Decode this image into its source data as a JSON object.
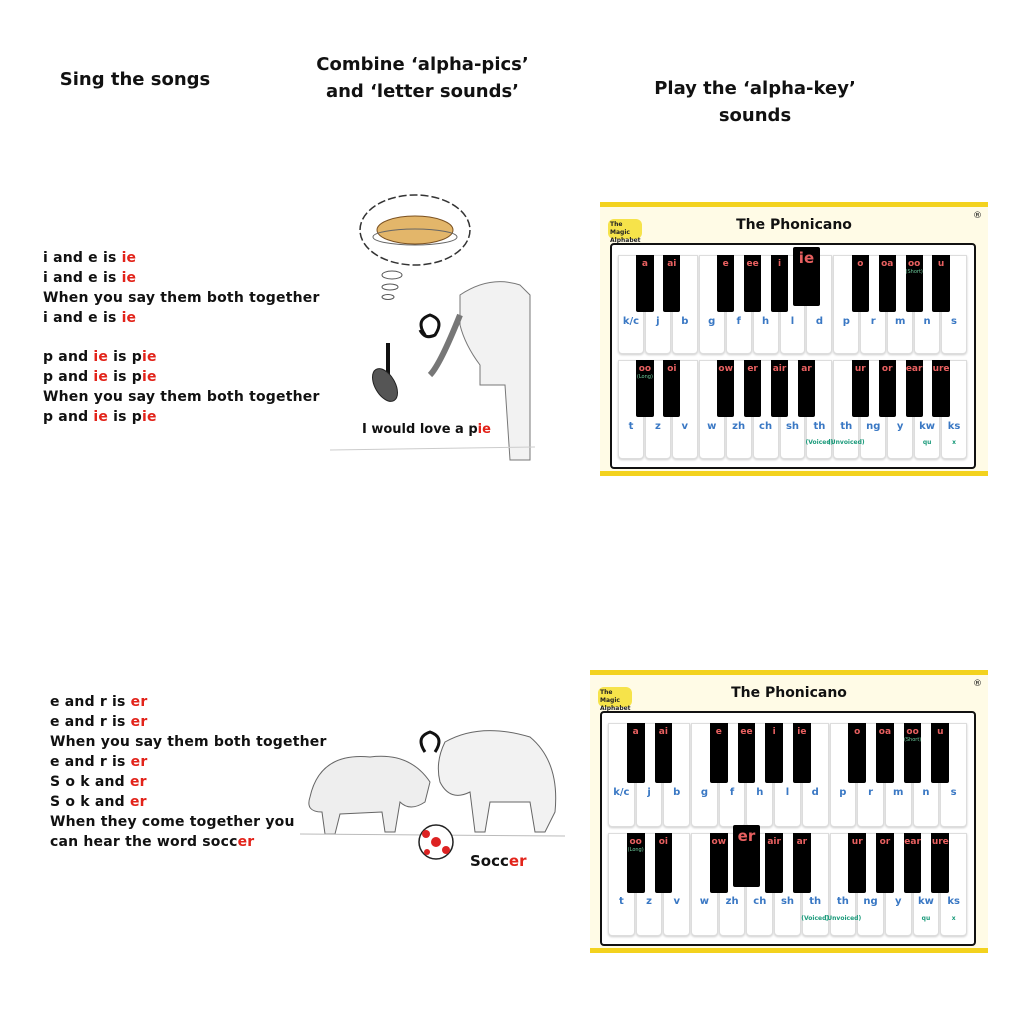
{
  "headers": {
    "sing": "Sing the songs",
    "combine": "Combine ‘alpha-pics’ and ‘letter sounds’",
    "play": "Play the ‘alpha-key’ sounds"
  },
  "song1": [
    [
      [
        "i and e is ",
        ""
      ],
      [
        "ie",
        "r"
      ]
    ],
    [
      [
        "i and e is ",
        ""
      ],
      [
        "ie",
        "r"
      ]
    ],
    [
      [
        "When you say them both together",
        ""
      ]
    ],
    [
      [
        "i and  e is ",
        ""
      ],
      [
        "ie",
        "r"
      ]
    ],
    [],
    [
      [
        "p and ",
        ""
      ],
      [
        "ie",
        "r"
      ],
      [
        " is p",
        ""
      ],
      [
        "ie",
        "r"
      ]
    ],
    [
      [
        "p and ",
        ""
      ],
      [
        "ie",
        "r"
      ],
      [
        " is p",
        ""
      ],
      [
        "ie",
        "r"
      ]
    ],
    [
      [
        "When you say them both together",
        ""
      ]
    ],
    [
      [
        "p and ",
        ""
      ],
      [
        "ie",
        "r"
      ],
      [
        " is p",
        ""
      ],
      [
        "ie",
        "r"
      ]
    ]
  ],
  "song2": [
    [
      [
        "e and r is ",
        ""
      ],
      [
        "er",
        "r"
      ]
    ],
    [
      [
        "e and r is ",
        ""
      ],
      [
        "er",
        "r"
      ]
    ],
    [
      [
        "When you say them both together",
        ""
      ]
    ],
    [
      [
        "e and r is ",
        ""
      ],
      [
        "er",
        "r"
      ]
    ],
    [
      [
        "S o k and ",
        ""
      ],
      [
        "er",
        "r"
      ]
    ],
    [
      [
        "S o k and ",
        ""
      ],
      [
        "er",
        "r"
      ]
    ],
    [
      [
        "When they come together you",
        ""
      ]
    ],
    [
      [
        "can hear the word socc",
        ""
      ],
      [
        "er",
        "r"
      ]
    ]
  ],
  "pic1": {
    "caption_plain": "I would love a p",
    "caption_red": "ie"
  },
  "pic2": {
    "caption_plain": "Socc",
    "caption_red": "er"
  },
  "phonicano": {
    "title": "The Phonicano",
    "logo": "The Magic Alphabet",
    "registered": "®",
    "top_white": [
      [
        "k/c",
        ""
      ],
      [
        "j",
        ""
      ],
      [
        "b",
        ""
      ],
      [
        "g",
        ""
      ],
      [
        "f",
        ""
      ],
      [
        "h",
        ""
      ],
      [
        "l",
        ""
      ],
      [
        "d",
        ""
      ],
      [
        "p",
        ""
      ],
      [
        "r",
        ""
      ],
      [
        "m",
        ""
      ],
      [
        "n",
        ""
      ],
      [
        "s",
        ""
      ]
    ],
    "top_black": [
      [
        "a",
        ""
      ],
      [
        "ai",
        ""
      ],
      [
        "e",
        ""
      ],
      [
        "ee",
        ""
      ],
      [
        "i",
        ""
      ],
      [
        "ie",
        ""
      ],
      [
        "o",
        ""
      ],
      [
        "oa",
        ""
      ],
      [
        "oo",
        "(Short)"
      ],
      [
        "u",
        ""
      ]
    ],
    "bottom_white": [
      [
        "t",
        ""
      ],
      [
        "z",
        ""
      ],
      [
        "v",
        ""
      ],
      [
        "w",
        ""
      ],
      [
        "zh",
        ""
      ],
      [
        "ch",
        ""
      ],
      [
        "sh",
        ""
      ],
      [
        "th",
        "(Voiced)"
      ],
      [
        "th",
        "(Unvoiced)"
      ],
      [
        "ng",
        ""
      ],
      [
        "y",
        ""
      ],
      [
        "kw",
        "qu"
      ],
      [
        "ks",
        "x"
      ]
    ],
    "bottom_black": [
      [
        "oo",
        "(Long)"
      ],
      [
        "oi",
        ""
      ],
      [
        "ow",
        ""
      ],
      [
        "er",
        ""
      ],
      [
        "air",
        ""
      ],
      [
        "ar",
        ""
      ],
      [
        "ur",
        ""
      ],
      [
        "or",
        ""
      ],
      [
        "ear",
        ""
      ],
      [
        "ure",
        ""
      ]
    ]
  },
  "boards": [
    {
      "highlight": "ie",
      "row": "top",
      "index": 5
    },
    {
      "highlight": "er",
      "row": "bottom",
      "index": 3
    }
  ]
}
